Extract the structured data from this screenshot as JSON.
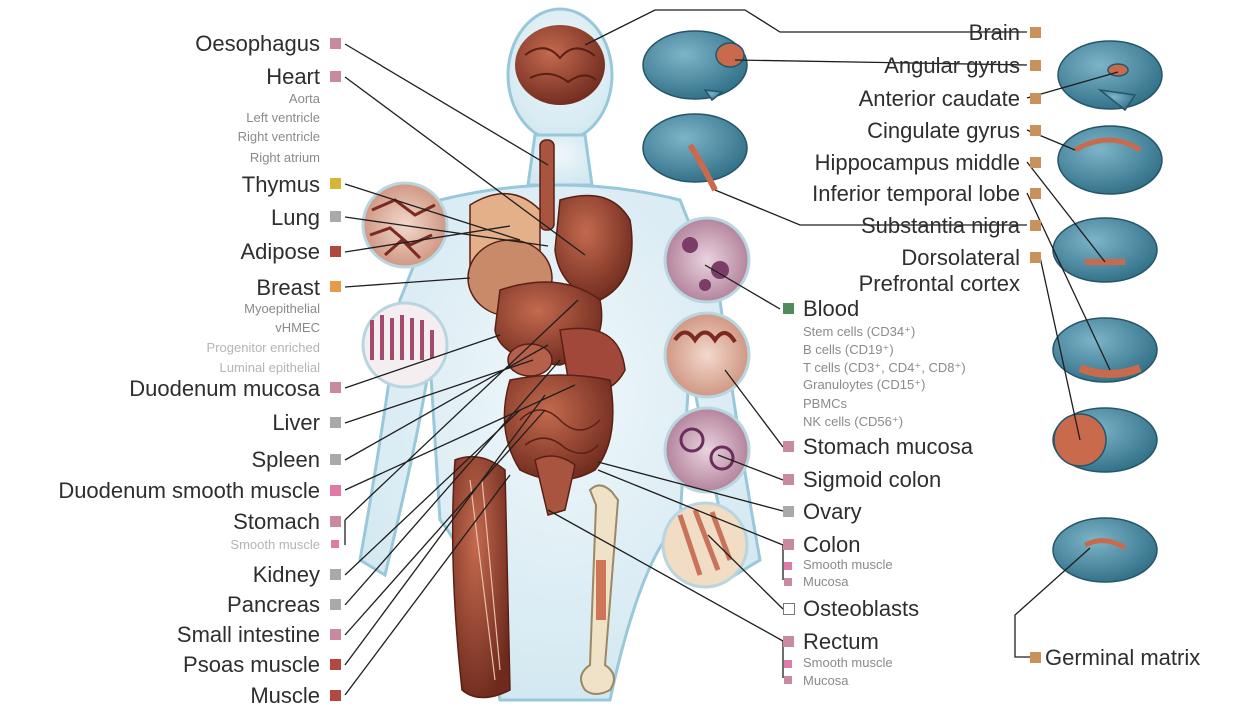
{
  "colors": {
    "body_outline": "#8fc3d6",
    "organ": "#8e3b2a",
    "brain_blue": "#4a8aa3",
    "brain_highlight": "#c96a4c",
    "sq_pink": "#c98aa0",
    "sq_gray": "#a9a9a9",
    "sq_yellow": "#d8b533",
    "sq_red": "#b2493f",
    "sq_orange": "#e79b4a",
    "sq_magenta": "#e07aa6",
    "sq_green": "#4e8c5a",
    "sq_tan": "#c9925a"
  },
  "left_labels": [
    {
      "id": "oesophagus",
      "text": "Oesophagus",
      "color": "sq_pink"
    },
    {
      "id": "heart",
      "text": "Heart",
      "color": "sq_pink",
      "subs": [
        "Aorta",
        "Left ventricle",
        "Right ventricle",
        "Right atrium"
      ]
    },
    {
      "id": "thymus",
      "text": "Thymus",
      "color": "sq_yellow"
    },
    {
      "id": "lung",
      "text": "Lung",
      "color": "sq_gray"
    },
    {
      "id": "adipose",
      "text": "Adipose",
      "color": "sq_red"
    },
    {
      "id": "breast",
      "text": "Breast",
      "color": "sq_orange",
      "subs": [
        "Myoepithelial",
        "vHMEC"
      ],
      "light_subs": [
        "Progenitor enriched",
        "Luminal epithelial"
      ]
    },
    {
      "id": "duodenum_mucosa",
      "text": "Duodenum mucosa",
      "color": "sq_pink"
    },
    {
      "id": "liver",
      "text": "Liver",
      "color": "sq_gray"
    },
    {
      "id": "spleen",
      "text": "Spleen",
      "color": "sq_gray"
    },
    {
      "id": "duodenum_smooth",
      "text": "Duodenum smooth muscle",
      "color": "sq_magenta"
    },
    {
      "id": "stomach",
      "text": "Stomach",
      "color": "sq_pink",
      "light_subs": [
        "Smooth muscle"
      ]
    },
    {
      "id": "kidney",
      "text": "Kidney",
      "color": "sq_gray"
    },
    {
      "id": "pancreas",
      "text": "Pancreas",
      "color": "sq_gray"
    },
    {
      "id": "small_intestine",
      "text": "Small intestine",
      "color": "sq_pink"
    },
    {
      "id": "psoas",
      "text": "Psoas muscle",
      "color": "sq_red"
    },
    {
      "id": "muscle",
      "text": "Muscle",
      "color": "sq_red"
    }
  ],
  "middle_labels": [
    {
      "id": "blood",
      "text": "Blood",
      "color": "sq_green",
      "subs": [
        "Stem cells (CD34⁺)",
        "B cells (CD19⁺)",
        "T cells (CD3⁺, CD4⁺, CD8⁺)",
        "Granuloytes (CD15⁺)",
        "PBMCs",
        "NK cells (CD56⁺)"
      ]
    },
    {
      "id": "stomach_mucosa",
      "text": "Stomach mucosa",
      "color": "sq_pink"
    },
    {
      "id": "sigmoid_colon",
      "text": "Sigmoid colon",
      "color": "sq_pink"
    },
    {
      "id": "ovary",
      "text": "Ovary",
      "color": "sq_gray"
    },
    {
      "id": "colon",
      "text": "Colon",
      "color": "sq_pink",
      "subs": [
        "Smooth muscle",
        "Mucosa"
      ]
    },
    {
      "id": "osteoblasts",
      "text": "Osteoblasts",
      "color": "white"
    },
    {
      "id": "rectum",
      "text": "Rectum",
      "color": "sq_pink",
      "subs": [
        "Smooth muscle",
        "Mucosa"
      ]
    }
  ],
  "brain_labels": [
    {
      "id": "brain",
      "text": "Brain"
    },
    {
      "id": "angular_gyrus",
      "text": "Angular gyrus"
    },
    {
      "id": "anterior_caudate",
      "text": "Anterior caudate"
    },
    {
      "id": "cingulate_gyrus",
      "text": "Cingulate gyrus"
    },
    {
      "id": "hippocampus_middle",
      "text": "Hippocampus middle"
    },
    {
      "id": "inferior_temporal_lobe",
      "text": "Inferior temporal lobe"
    },
    {
      "id": "substantia_nigra",
      "text": "Substantia nigra"
    },
    {
      "id": "dorsolateral",
      "text": "Dorsolateral"
    },
    {
      "id": "prefrontal",
      "text": "Prefrontal cortex"
    },
    {
      "id": "germinal_matrix",
      "text": "Germinal matrix"
    }
  ]
}
